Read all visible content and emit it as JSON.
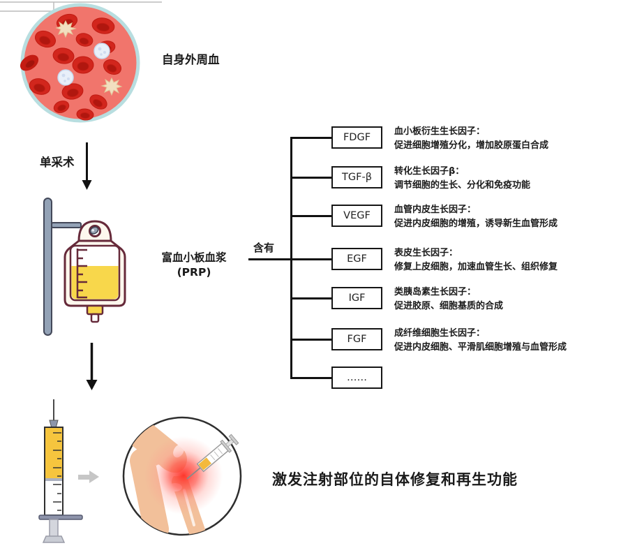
{
  "labels": {
    "peripheral_blood": "自身外周血",
    "apheresis": "单采术",
    "prp_line1": "富血小板血浆",
    "prp_line2": "(PRP)",
    "contains": "含有",
    "conclusion": "激发注射部位的自体修复和再生功能"
  },
  "growth_factors": [
    {
      "code": "FDGF",
      "name": "血小板衍生生长因子：",
      "effect": "促进细胞增殖分化，增加胶原蛋白合成"
    },
    {
      "code": "TGF-β",
      "name": "转化生长因子β：",
      "effect": "调节细胞的生长、分化和免疫功能"
    },
    {
      "code": "VEGF",
      "name": "血管内皮生长因子：",
      "effect": "促进内皮细胞的增殖，诱导新生血管形成"
    },
    {
      "code": "EGF",
      "name": "表皮生长因子：",
      "effect": "修复上皮细胞，加速血管生长、组织修复"
    },
    {
      "code": "IGF",
      "name": "类胰岛素生长因子：",
      "effect": "促进胶原、细胞基质的合成"
    },
    {
      "code": "FGF",
      "name": "成纤维细胞生长因子：",
      "effect": "促进内皮细胞、平滑肌细胞增殖与血管形成"
    },
    {
      "code": "……",
      "name": "",
      "effect": ""
    }
  ],
  "illustrations": [
    {
      "icon": "blood-sample-icon",
      "meaning": "自身外周血（红细胞、白细胞、血小板）"
    },
    {
      "icon": "iv-bag-icon",
      "meaning": "富血小板血浆（PRP）血袋"
    },
    {
      "icon": "syringe-icon",
      "meaning": "抽取的PRP注射器"
    },
    {
      "icon": "knee-injection-icon",
      "meaning": "膝关节注射部位"
    }
  ],
  "colors": {
    "blood_fill": "#f1756c",
    "blood_rim": "#b8dee0",
    "rbc": "#d2261d",
    "bag_outline": "#662a3a",
    "plasma_yellow": "#f8d74b",
    "pole_gray": "#93a2b6",
    "syringe_yellow": "#f6c53e",
    "skin_peach": "#f2c09a",
    "glow_red": "#ff3a30",
    "line_black": "#111111",
    "arrow_gray": "#c6c6c6"
  }
}
